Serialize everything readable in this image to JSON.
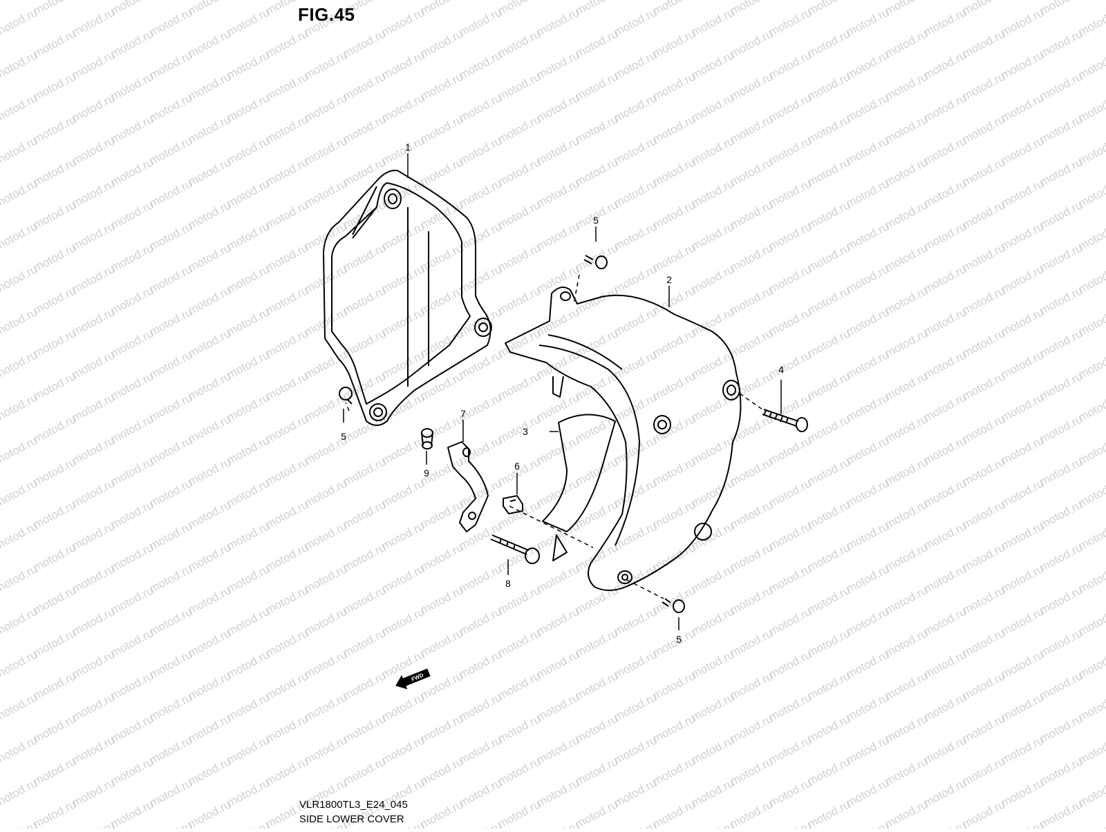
{
  "figure": {
    "title": "FIG.45",
    "diagram_code": "VLR1800TL3_E24_045",
    "diagram_name": "SIDE LOWER COVER",
    "watermark": "motod.ru",
    "fwd_badge": "FWD"
  },
  "callouts": [
    {
      "id": "c1",
      "label": "1"
    },
    {
      "id": "c2",
      "label": "2"
    },
    {
      "id": "c3",
      "label": "3"
    },
    {
      "id": "c4",
      "label": "4"
    },
    {
      "id": "c5a",
      "label": "5"
    },
    {
      "id": "c5b",
      "label": "5"
    },
    {
      "id": "c5c",
      "label": "5"
    },
    {
      "id": "c6",
      "label": "6"
    },
    {
      "id": "c7",
      "label": "7"
    },
    {
      "id": "c8",
      "label": "8"
    },
    {
      "id": "c9",
      "label": "9"
    }
  ],
  "colors": {
    "line": "#000000",
    "watermark": "#d0d0d0",
    "background": "#ffffff"
  }
}
